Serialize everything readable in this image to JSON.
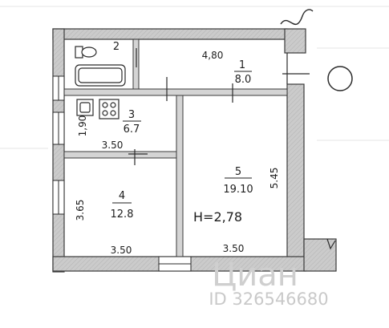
{
  "plan": {
    "ceiling_height": "H=2,78",
    "rooms": [
      {
        "number": "1",
        "area": "8.0"
      },
      {
        "number": "2",
        "area": ""
      },
      {
        "number": "3",
        "area": "6.7"
      },
      {
        "number": "4",
        "area": "12.8"
      },
      {
        "number": "5",
        "area": "19.10"
      }
    ],
    "dimensions": {
      "hall_length": "4,80",
      "bath_height": "1,90",
      "kitchen_width": "3.50",
      "room4_height": "3.65",
      "room4_width": "3.50",
      "room5_width": "3.50",
      "room5_height": "5.45"
    }
  },
  "watermark": {
    "brand": "Циан",
    "listing_id": "ID 326546680"
  },
  "colors": {
    "wall_fill": "#c8c8c8",
    "wall_stroke": "#3a3a3a",
    "line": "#2a2a2a",
    "text": "#1e1e1e"
  }
}
